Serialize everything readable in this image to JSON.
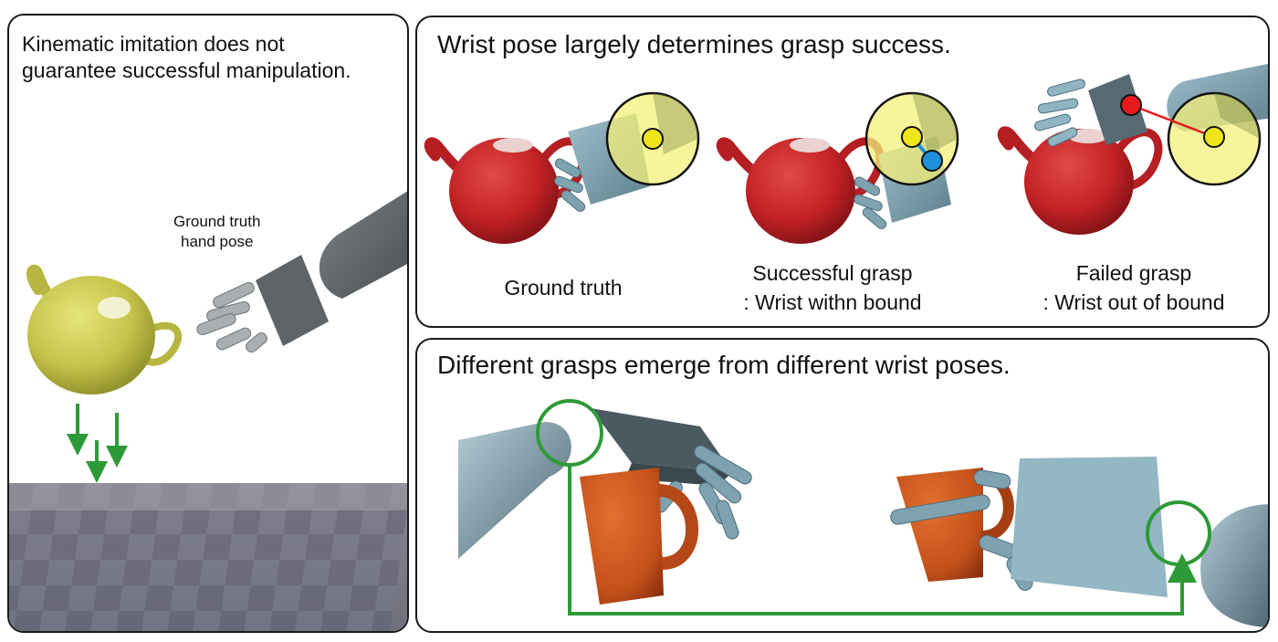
{
  "left_panel": {
    "title_line1": "Kinematic imitation does not",
    "title_line2": "guarantee successful manipulation.",
    "gt_label_line1": "Ground truth",
    "gt_label_line2": "hand pose"
  },
  "top_right_panel": {
    "title": "Wrist pose largely determines grasp success.",
    "captions": [
      {
        "line1": "Ground truth",
        "line2": ""
      },
      {
        "line1": "Successful grasp",
        "line2": ": Wrist withn bound"
      },
      {
        "line1": "Failed grasp",
        "line2": ": Wrist out of bound"
      }
    ]
  },
  "bottom_right_panel": {
    "title": "Different grasps emerge from different wrist poses."
  },
  "colors": {
    "teapot_red": "#c8262a",
    "teapot_yellow": "#c9c94a",
    "mug_orange": "#c8561c",
    "robot_gray": "#5f6669",
    "robot_blue": "#8fb4c2",
    "wrist_bound": "#f4f27a",
    "arrow_green": "#2e9a37",
    "wrist_marker_yellow": "#f0e51a",
    "wrist_marker_blue": "#1e8fd8",
    "wrist_marker_red": "#e8191d"
  }
}
